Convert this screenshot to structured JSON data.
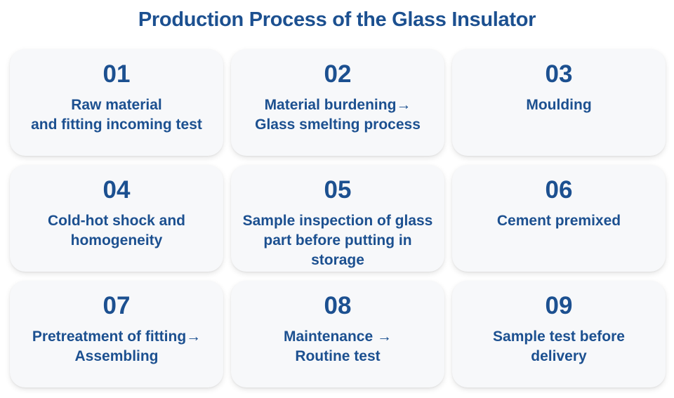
{
  "title": "Production Process of the Glass Insulator",
  "steps": [
    {
      "number": "01",
      "label": "Raw material\nand fitting incoming test"
    },
    {
      "number": "02",
      "label": "Material burdening→\nGlass smelting process"
    },
    {
      "number": "03",
      "label": "Moulding"
    },
    {
      "number": "04",
      "label": "Cold-hot shock and\nhomogeneity"
    },
    {
      "number": "05",
      "label": "Sample inspection of glass\npart before putting in\nstorage"
    },
    {
      "number": "06",
      "label": "Cement premixed"
    },
    {
      "number": "07",
      "label": "Pretreatment of fitting→\nAssembling"
    },
    {
      "number": "08",
      "label": "Maintenance →\nRoutine test"
    },
    {
      "number": "09",
      "label": "Sample test before\ndelivery"
    }
  ]
}
